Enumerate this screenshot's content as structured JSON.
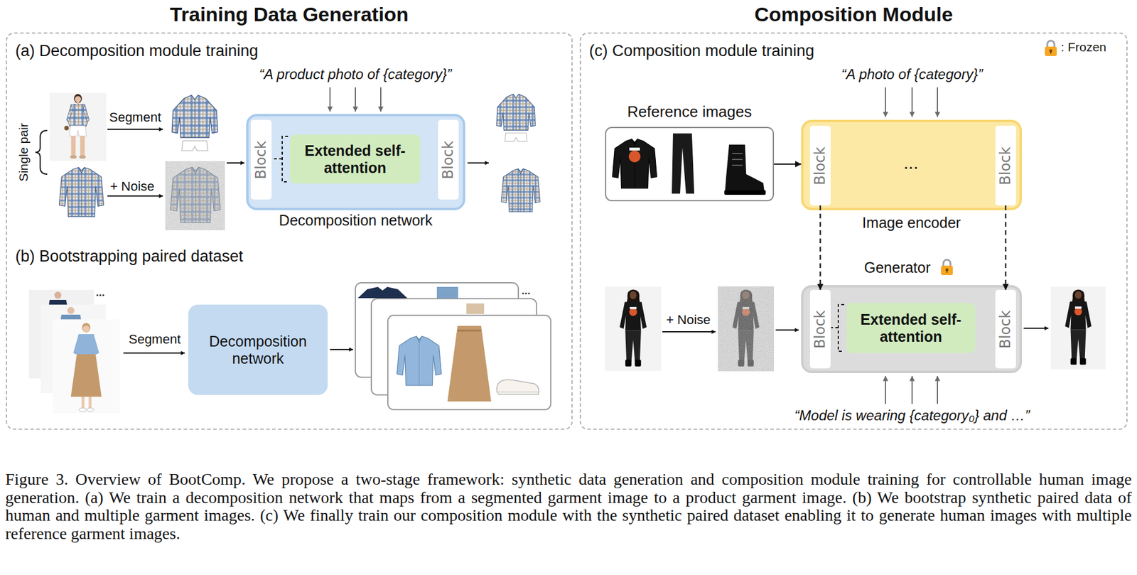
{
  "diagram": {
    "caption": "Figure 3. Overview of BootComp. We propose a two-stage framework: synthetic data generation and composition module training for controllable human image generation. (a) We train a decomposition network that maps from a segmented garment image to a product garment image. (b) We bootstrap synthetic paired data of human and multiple garment images. (c) We finally train our composition module with the synthetic paired dataset enabling it to generate human images with multiple reference garment images.",
    "nodes": [
      {
        "text": [
          "Training Data Generation",
          "(a) Decomposition module training",
          "(b) Bootstrapping paired dataset"
        ]
      },
      {
        "text": [
          "Decomposition network"
        ],
        "in": 0
      },
      {
        "text": [
          "Block"
        ],
        "in": 1
      },
      {
        "text": [
          "Extended self-attention"
        ],
        "in": 1
      },
      {
        "text": [
          "Block"
        ],
        "in": 1
      },
      {
        "text": [
          "Decomposition network"
        ],
        "in": 0
      },
      {
        "text": [
          "Composition Module",
          "(c) Composition module training"
        ]
      },
      {
        "text": [
          "Reference images"
        ],
        "in": 6
      },
      {
        "text": [
          "Image encoder"
        ],
        "in": 6
      },
      {
        "text": [
          "Block"
        ],
        "in": 8
      },
      {
        "text": [
          "Block"
        ],
        "in": 8
      },
      {
        "text": [
          "Generator"
        ],
        "in": 6
      },
      {
        "text": [
          "Block"
        ],
        "in": 11
      },
      {
        "text": [
          "Extended self-attention"
        ],
        "in": 11
      },
      {
        "text": [
          "Block"
        ],
        "in": 11
      }
    ],
    "edges": [
      {
        "from": 7,
        "to": 8,
        "arrow": "to"
      },
      {
        "from": 9,
        "to": 12,
        "arrow": "to"
      },
      {
        "from": 10,
        "to": 14,
        "arrow": "to"
      }
    ],
    "labels": [
      "“A product photo of {category}”",
      "Segment",
      "+ Noise",
      "Single pair",
      "Segment",
      "“A photo of {category}”",
      "...",
      "+ Noise",
      "“Model is wearing {category₀} and …”"
    ],
    "legend": [
      {
        "text": ": Frozen"
      }
    ]
  }
}
